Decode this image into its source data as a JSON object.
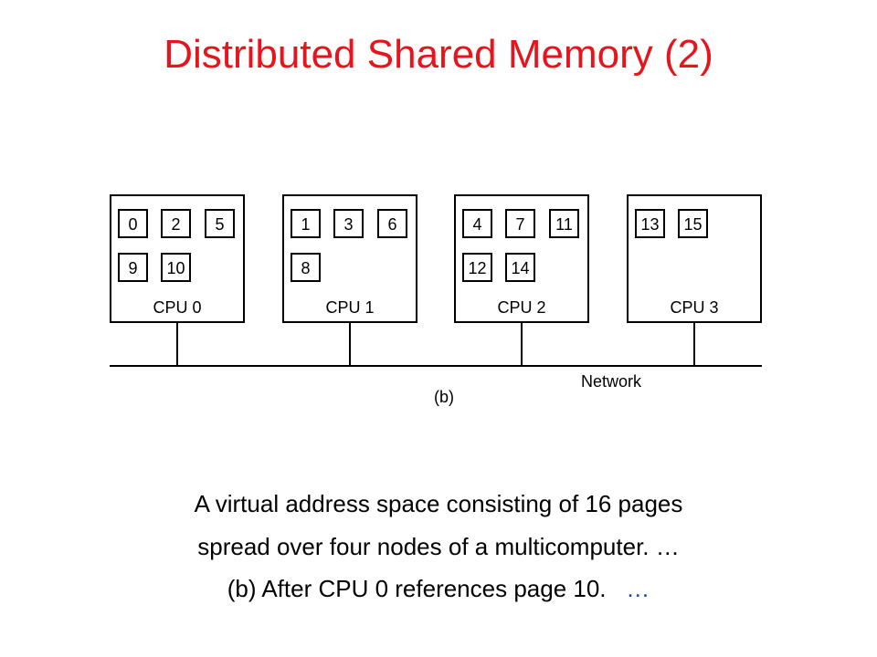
{
  "slide": {
    "title": "Distributed Shared Memory (2)",
    "colors": {
      "title": "#e8141d",
      "ellipsis": "#1f3fd1",
      "stroke": "#000000"
    }
  },
  "diagram": {
    "cpus": [
      {
        "label": "CPU 0",
        "pages": [
          "0",
          "2",
          "5",
          "9",
          "10"
        ]
      },
      {
        "label": "CPU 1",
        "pages": [
          "1",
          "3",
          "6",
          "8"
        ]
      },
      {
        "label": "CPU 2",
        "pages": [
          "4",
          "7",
          "11",
          "12",
          "14"
        ]
      },
      {
        "label": "CPU 3",
        "pages": [
          "13",
          "15"
        ]
      }
    ],
    "network_label": "Network",
    "figure_label": "(b)"
  },
  "caption": {
    "line1": "A virtual address space consisting of 16 pages",
    "line2": "spread over four nodes of a multicomputer.  …",
    "line3_text": "(b) After CPU 0 references page 10.",
    "line3_ellipsis": "…"
  }
}
